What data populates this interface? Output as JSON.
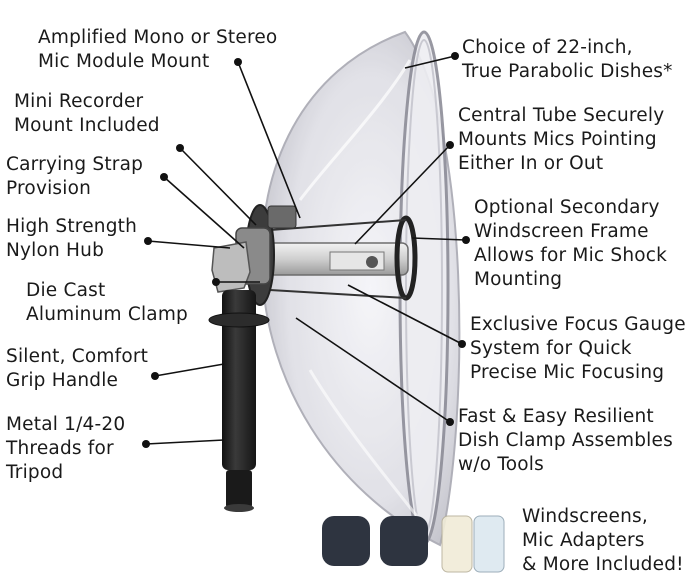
{
  "labels": {
    "mic_module_mount": "Amplified Mono or Stereo\nMic Module Mount",
    "parabolic_dishes": "Choice of 22-inch,\nTrue Parabolic Dishes*",
    "mini_recorder": "Mini Recorder\nMount Included",
    "central_tube": "Central Tube Securely\nMounts Mics Pointing\nEither In or Out",
    "carrying_strap": "Carrying Strap\nProvision",
    "nylon_hub": "High Strength\nNylon Hub",
    "windscreen_frame": "Optional Secondary\nWindscreen Frame\nAllows for Mic Shock\nMounting",
    "aluminum_clamp": "Die Cast\nAluminum Clamp",
    "focus_gauge": "Exclusive Focus Gauge\nSystem for Quick\nPrecise Mic Focusing",
    "grip_handle": "Silent, Comfort\nGrip Handle",
    "dish_clamp": "Fast & Easy Resilient\nDish Clamp Assembles\nw/o Tools",
    "tripod_threads": "Metal 1/4-20\nThreads for\nTripod",
    "accessories": "Windscreens,\nMic Adapters\n& More Included!"
  },
  "colors": {
    "dish_fill": "#e6e6ec",
    "dish_edge": "#9c9ca6",
    "handle": "#2b2b2b",
    "hub": "#555555",
    "foam": "#2e3440"
  }
}
